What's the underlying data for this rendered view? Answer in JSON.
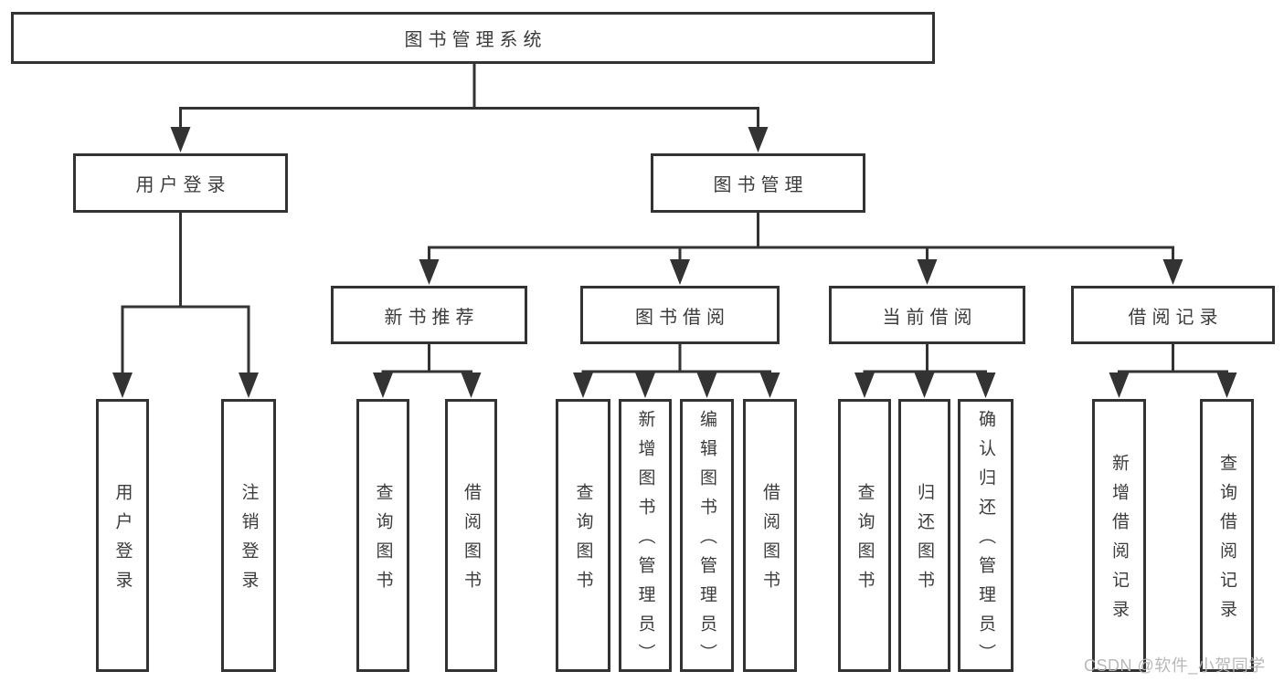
{
  "colors": {
    "background": "#ffffff",
    "box_fill": "#ffffff",
    "box_border": "#333333",
    "connector": "#333333",
    "text": "#3c3c3c",
    "watermark_text_color": "#b5b5b5"
  },
  "watermark": {
    "text": "CSDN @软件_小贺同学"
  },
  "tree": {
    "label": "图书管理系统",
    "children": [
      {
        "label": "用户登录",
        "children": [
          {
            "label": "用户登录"
          },
          {
            "label": "注销登录"
          }
        ]
      },
      {
        "label": "图书管理",
        "children": [
          {
            "label": "新书推荐",
            "children": [
              {
                "label": "查询图书"
              },
              {
                "label": "借阅图书"
              }
            ]
          },
          {
            "label": "图书借阅",
            "children": [
              {
                "label": "查询图书"
              },
              {
                "label": "新增图书（管理员）"
              },
              {
                "label": "编辑图书（管理员）"
              },
              {
                "label": "借阅图书"
              }
            ]
          },
          {
            "label": "当前借阅",
            "children": [
              {
                "label": "查询图书"
              },
              {
                "label": "归还图书"
              },
              {
                "label": "确认归还（管理员）"
              }
            ]
          },
          {
            "label": "借阅记录",
            "children": [
              {
                "label": "新增借阅记录"
              },
              {
                "label": "查询借阅记录"
              }
            ]
          }
        ]
      }
    ]
  }
}
